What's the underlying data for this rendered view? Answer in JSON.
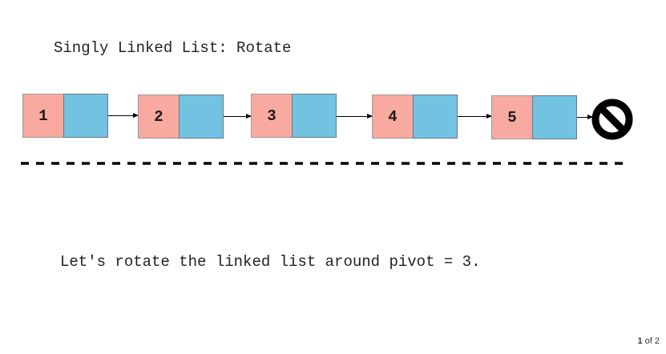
{
  "title": "Singly Linked List: Rotate",
  "colors": {
    "value_cell": "#f8a9a0",
    "pointer_cell": "#72c2e1",
    "arrow": "#000000",
    "divider": "#000000"
  },
  "nodes": [
    {
      "value": "1"
    },
    {
      "value": "2"
    },
    {
      "value": "3"
    },
    {
      "value": "4"
    },
    {
      "value": "5"
    }
  ],
  "null_icon": "null-terminator-icon",
  "caption": "Let's rotate the linked list around pivot = 3.",
  "pagination": {
    "current": "1",
    "separator": "of",
    "total": "2"
  }
}
